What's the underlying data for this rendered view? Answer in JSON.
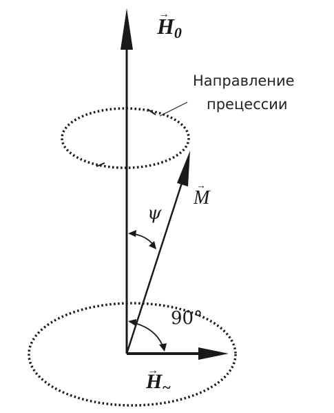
{
  "vectors": {
    "h0": {
      "letter": "H",
      "subscript": "0"
    },
    "m": {
      "letter": "M"
    },
    "h_tilde": {
      "letter": "H",
      "subscript": "~"
    }
  },
  "angles": {
    "psi": "ψ",
    "right_angle": "90°"
  },
  "annotation": {
    "line1": "Направление",
    "line2": "прецессии"
  },
  "colors": {
    "ink": "#1a1a1a",
    "background": "#ffffff"
  }
}
